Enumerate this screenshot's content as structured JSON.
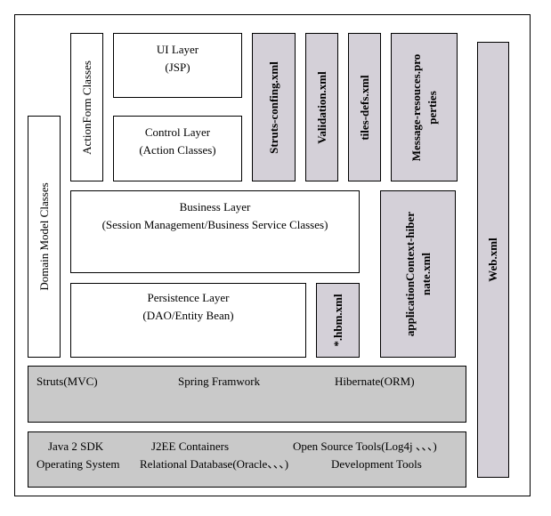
{
  "ui_layer": {
    "title": "UI Layer",
    "subtitle": "(JSP)"
  },
  "control_layer": {
    "title": "Control Layer",
    "subtitle": "(Action Classes)"
  },
  "actionform": {
    "label": "ActionForm Classes"
  },
  "domain_model": {
    "label": "Domain Model Classes"
  },
  "business_layer": {
    "title": "Business Layer",
    "subtitle": "(Session Management/Business Service Classes)"
  },
  "persistence_layer": {
    "title": "Persistence Layer",
    "subtitle": "(DAO/Entity Bean)"
  },
  "config": {
    "struts": "Struts-confing.xml",
    "validation": "Validation.xml",
    "tiles": "tiles-defs.xml",
    "message_line1": "Message-resouces.pro",
    "message_line2": "perties",
    "hbm": "*.hbm.xml",
    "appctx_line1": "applicationContext-hiber",
    "appctx_line2": "nate.xml",
    "web": "Web.xml"
  },
  "frameworks": {
    "struts": "Struts(MVC)",
    "spring": "Spring Framwork",
    "hibernate": "Hibernate(ORM)"
  },
  "platform": {
    "java_sdk": "Java 2 SDK",
    "j2ee": "J2EE Containers",
    "open_source": "Open Source Tools(Log4j 、、、)",
    "os": "Operating System",
    "rdb": "Relational Database(Oracle、、、)",
    "dev_tools": "Development Tools"
  }
}
